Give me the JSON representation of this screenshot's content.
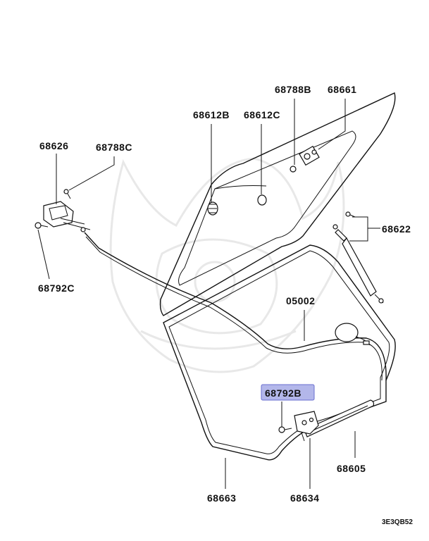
{
  "diagram": {
    "labels": {
      "p68788B": "68788B",
      "p68661": "68661",
      "p68612B": "68612B",
      "p68612C": "68612C",
      "p68626": "68626",
      "p68788C": "68788C",
      "p68622": "68622",
      "p68792C": "68792C",
      "p05002": "05002",
      "p68792B": "68792B",
      "p68605": "68605",
      "p68663": "68663",
      "p68634": "68634"
    },
    "highlight_color": "#b3b7ea",
    "highlight_border": "#6a6fd0",
    "drawing_code": "3E3QB52"
  }
}
